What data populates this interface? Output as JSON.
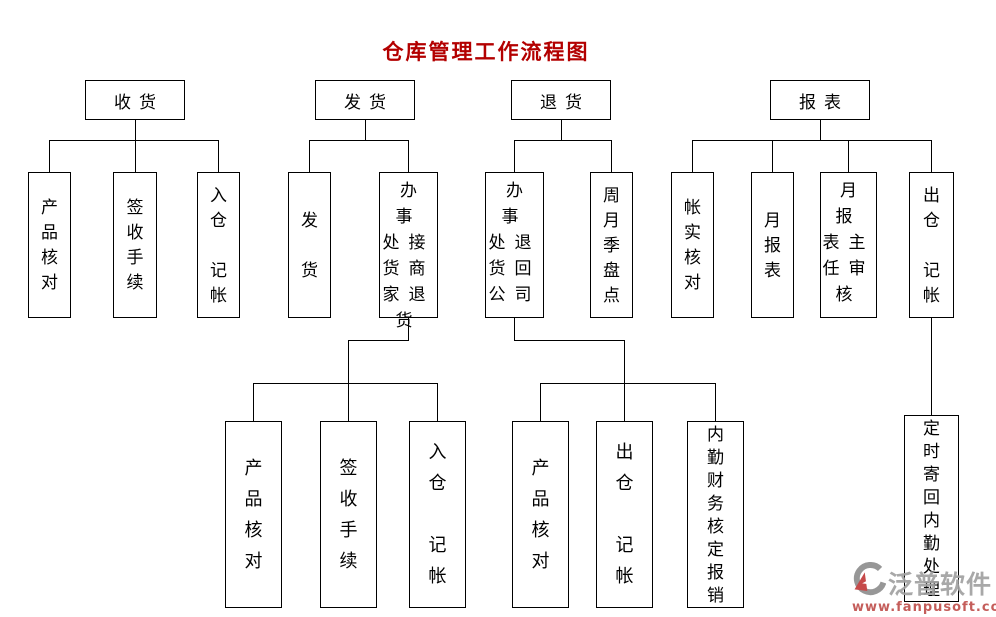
{
  "title": "仓库管理工作流程图",
  "colors": {
    "title_red": "#b30000",
    "line_black": "#000000",
    "brand_gray": "#a1a1a1",
    "url_red": "#c0504d"
  },
  "headers": {
    "receiving": "收货",
    "shipping": "发货",
    "returns": "退货",
    "reports": "报表"
  },
  "labels": {
    "product_check": "产\n品\n核\n对",
    "sign_procedure": "签\n收\n手\n续",
    "inbound_bookkeeping": "入\n仓\n\n记\n帐",
    "ship_goods": "发\n\n货",
    "office_receive_merchant_returns": "办事\n处接\n货商\n家退\n货",
    "office_return_to_company": "办事\n处退\n货回\n公司",
    "periodic_stocktake": "周\n月\n季\n盘\n点",
    "account_reality_check": "帐\n实\n核\n对",
    "monthly_report": "月\n报\n表",
    "report_director_review": "月报\n表主\n任审\n核",
    "outbound_bookkeeping": "出\n仓\n\n记\n帐",
    "internal_finance_approval": "内\n勤\n财\n务\n核\n定\n报\n销",
    "timed_sendback_internal": "定\n时\n寄\n回\n内\n勤\n处\n理"
  },
  "watermark": {
    "brand": "泛普软件",
    "url": "www.fanpusoft.com"
  }
}
